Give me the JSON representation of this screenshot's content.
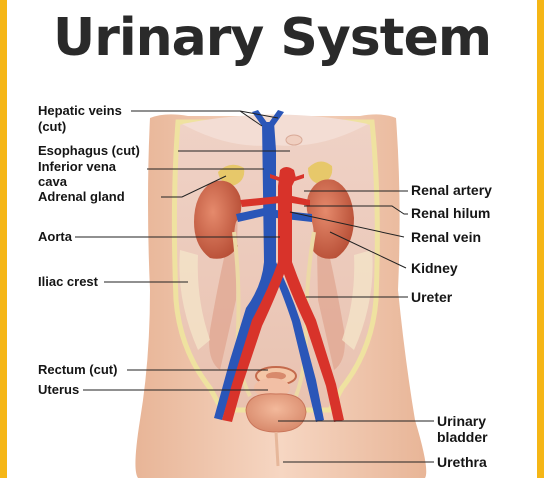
{
  "title": "Urinary System",
  "colors": {
    "frame": "#f5b616",
    "artery": "#d8332a",
    "vein": "#2a56b8",
    "skin": "#f2c9ad",
    "ureter": "#ecd9a6",
    "kidney": "#c1533a"
  },
  "labels_left": {
    "hepatic_veins_1": "Hepatic veins",
    "hepatic_veins_2": "(cut)",
    "esophagus": "Esophagus (cut)",
    "inferior_vena_cava_1": "Inferior vena",
    "inferior_vena_cava_2": "cava",
    "adrenal_gland": "Adrenal gland",
    "aorta": "Aorta",
    "iliac_crest": "Iliac crest",
    "rectum": "Rectum (cut)",
    "uterus": "Uterus"
  },
  "labels_right": {
    "renal_artery": "Renal artery",
    "renal_hilum": "Renal hilum",
    "renal_vein": "Renal vein",
    "kidney": "Kidney",
    "ureter": "Ureter",
    "urinary_bladder_1": "Urinary",
    "urinary_bladder_2": "bladder",
    "urethra": "Urethra"
  }
}
